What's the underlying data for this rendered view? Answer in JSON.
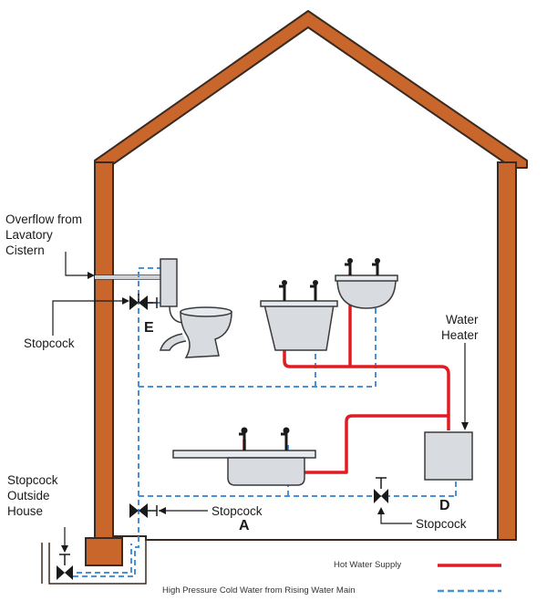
{
  "labels": {
    "overflow": [
      "Overflow from",
      "Lavatory",
      "Cistern"
    ],
    "stopcock_left": "Stopcock",
    "letter_e": "E",
    "water_heater": [
      "Water",
      "Heater"
    ],
    "stopcock_outside": [
      "Stopcock",
      "Outside",
      "House"
    ],
    "stopcock_a": "Stopcock",
    "letter_a": "A",
    "letter_d": "D",
    "stopcock_d": "Stopcock"
  },
  "legend": {
    "hot": "Hot Water Supply",
    "cold": "High Pressure Cold Water from Rising Water Main"
  },
  "colors": {
    "wall": "#c9662b",
    "wall_stroke": "#3a2a20",
    "hot_pipe": "#e11b22",
    "cold_pipe": "#4a90d9",
    "fixture": "#d8dbe0",
    "valve": "#1a1a1a"
  }
}
